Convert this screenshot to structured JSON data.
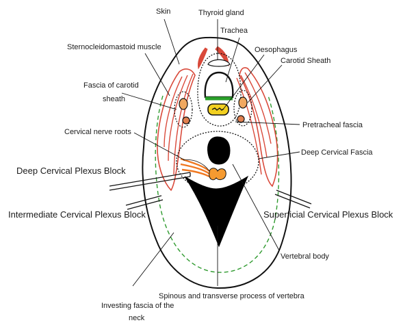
{
  "labels": {
    "skin": "Skin",
    "thyroid_gland": "Thyroid gland",
    "trachea": "Trachea",
    "oesophagus": "Oesophagus",
    "sternocleidomastoid": "Sternocleidomastoid muscle",
    "carotid_sheath": "Carotid Sheath",
    "fascia_carotid_line1": "Fascia of carotid",
    "fascia_carotid_line2": "sheath",
    "pretracheal_fascia": "Pretracheal fascia",
    "cervical_nerve_roots": "Cervical nerve roots",
    "deep_cervical_fascia": "Deep Cervical Fascia",
    "deep_cervical_plexus_block": "Deep Cervical Plexus Block",
    "intermediate_cervical_plexus_block": "Intermediate Cervical Plexus Block",
    "superficial_cervical_plexus_block": "Superficial Cervical Plexus Block",
    "vertebral_body": "Vertebral body",
    "spinous_transverse": "Spinous and transverse process of vertebra",
    "investing_fascia_line1": "Investing fascia of the",
    "investing_fascia_line2": "neck"
  },
  "colors": {
    "muscle": "#d9493a",
    "carotid_artery": "#f0a860",
    "jugular_vein": "#e08050",
    "oesophagus_fill": "#f2d020",
    "trachea_ring": "#2aa02a",
    "nerve_roots": "#f07820",
    "nerve_ganglion": "#f59a30",
    "investing_fascia": "#2e9a2e",
    "bone": "#000000"
  }
}
